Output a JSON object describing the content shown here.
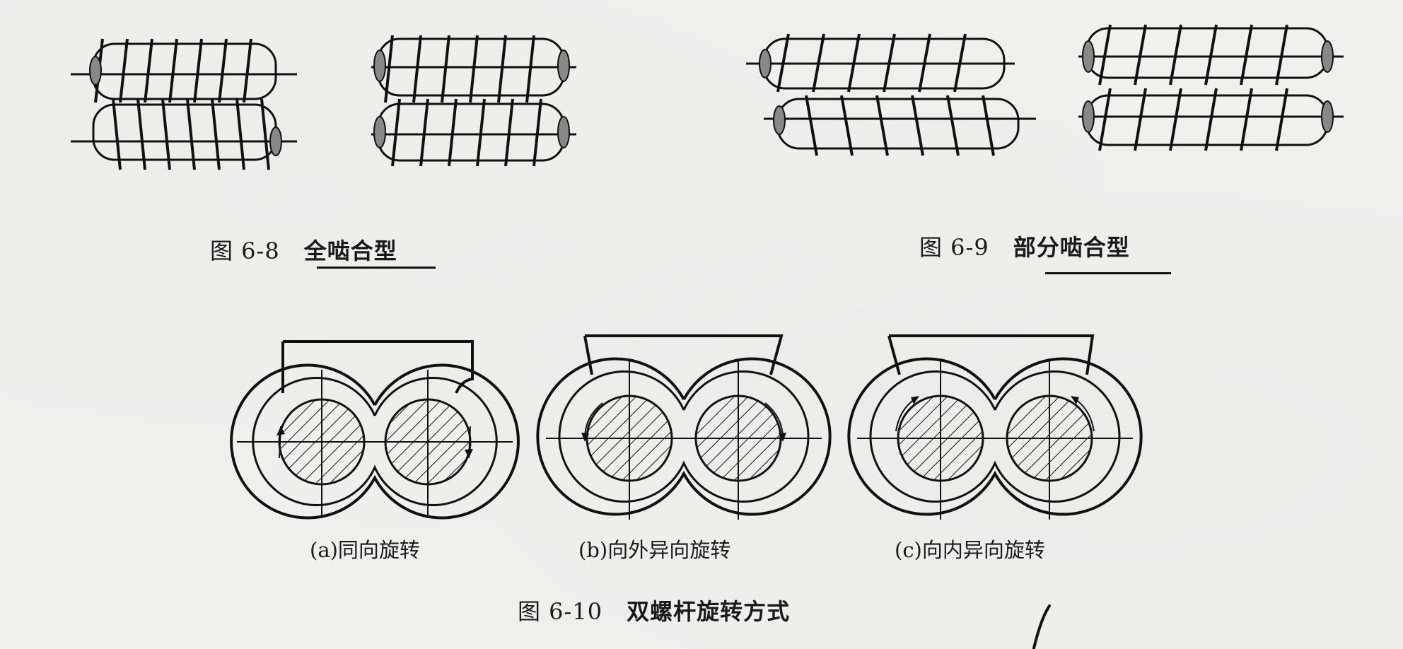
{
  "figures": {
    "fig_6_8": {
      "number": "图 6-8",
      "title": "全啮合型"
    },
    "fig_6_9": {
      "number": "图 6-9",
      "title": "部分啮合型"
    },
    "fig_6_10": {
      "number": "图 6-10",
      "title": "双螺杆旋转方式",
      "subfigures": {
        "a": {
          "label": "(a)",
          "text": "同向旋转"
        },
        "b": {
          "label": "(b)",
          "text": "向外异向旋转"
        },
        "c": {
          "label": "(c)",
          "text": "向内异向旋转"
        }
      }
    }
  }
}
